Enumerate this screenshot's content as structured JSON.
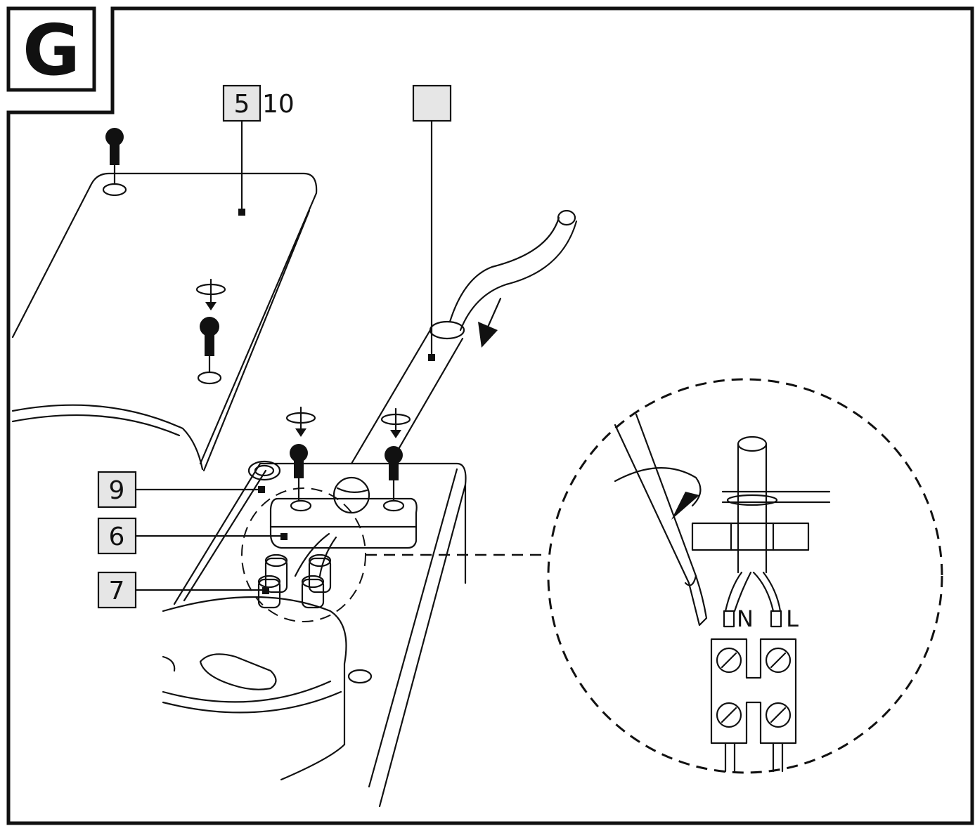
{
  "step_letter": "G",
  "callouts": {
    "c5": "5",
    "c10": "10",
    "c9": "9",
    "c6": "6",
    "c7": "7",
    "blank": ""
  },
  "terminals": {
    "neutral": "N",
    "live": "L"
  },
  "colors": {
    "ink": "#111111",
    "label_fill": "#e6e6e6",
    "background": "#ffffff"
  }
}
